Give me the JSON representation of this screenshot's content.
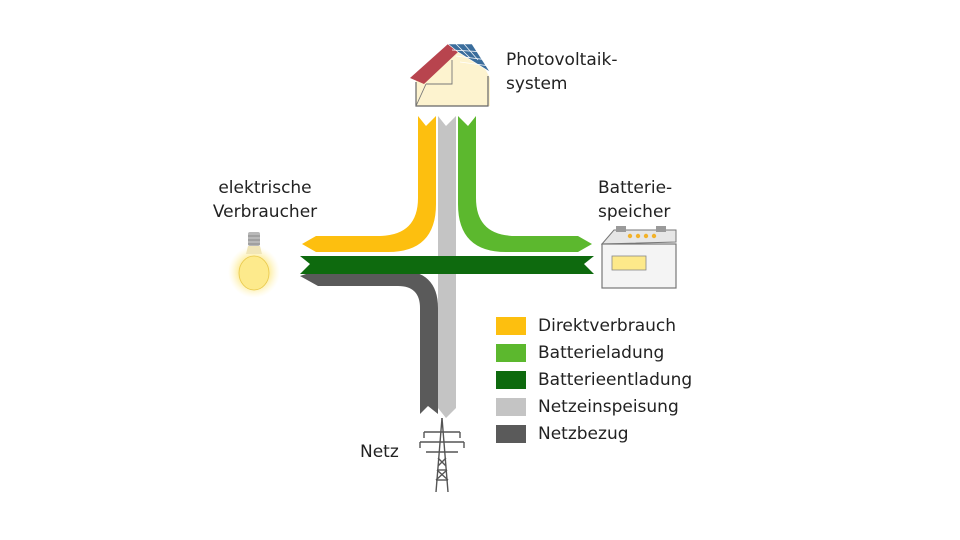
{
  "labels": {
    "pv_line1": "Photovoltaik-",
    "pv_line2": "system",
    "consumer_line1": "elektrische",
    "consumer_line2": "Verbraucher",
    "battery_line1": "Batterie-",
    "battery_line2": "speicher",
    "grid": "Netz"
  },
  "legend": [
    {
      "label": "Direktverbrauch",
      "color": "#FDBF0F"
    },
    {
      "label": "Batterieladung",
      "color": "#5CB82E"
    },
    {
      "label": "Batterieentladung",
      "color": "#0E6A0E"
    },
    {
      "label": "Netzeinspeisung",
      "color": "#C4C4C4"
    },
    {
      "label": "Netzbezug",
      "color": "#5A5A5A"
    }
  ],
  "icons": {
    "pv": "house-with-solar-panels-icon",
    "consumer": "light-bulb-icon",
    "battery": "car-battery-icon",
    "grid": "power-pylon-icon"
  }
}
